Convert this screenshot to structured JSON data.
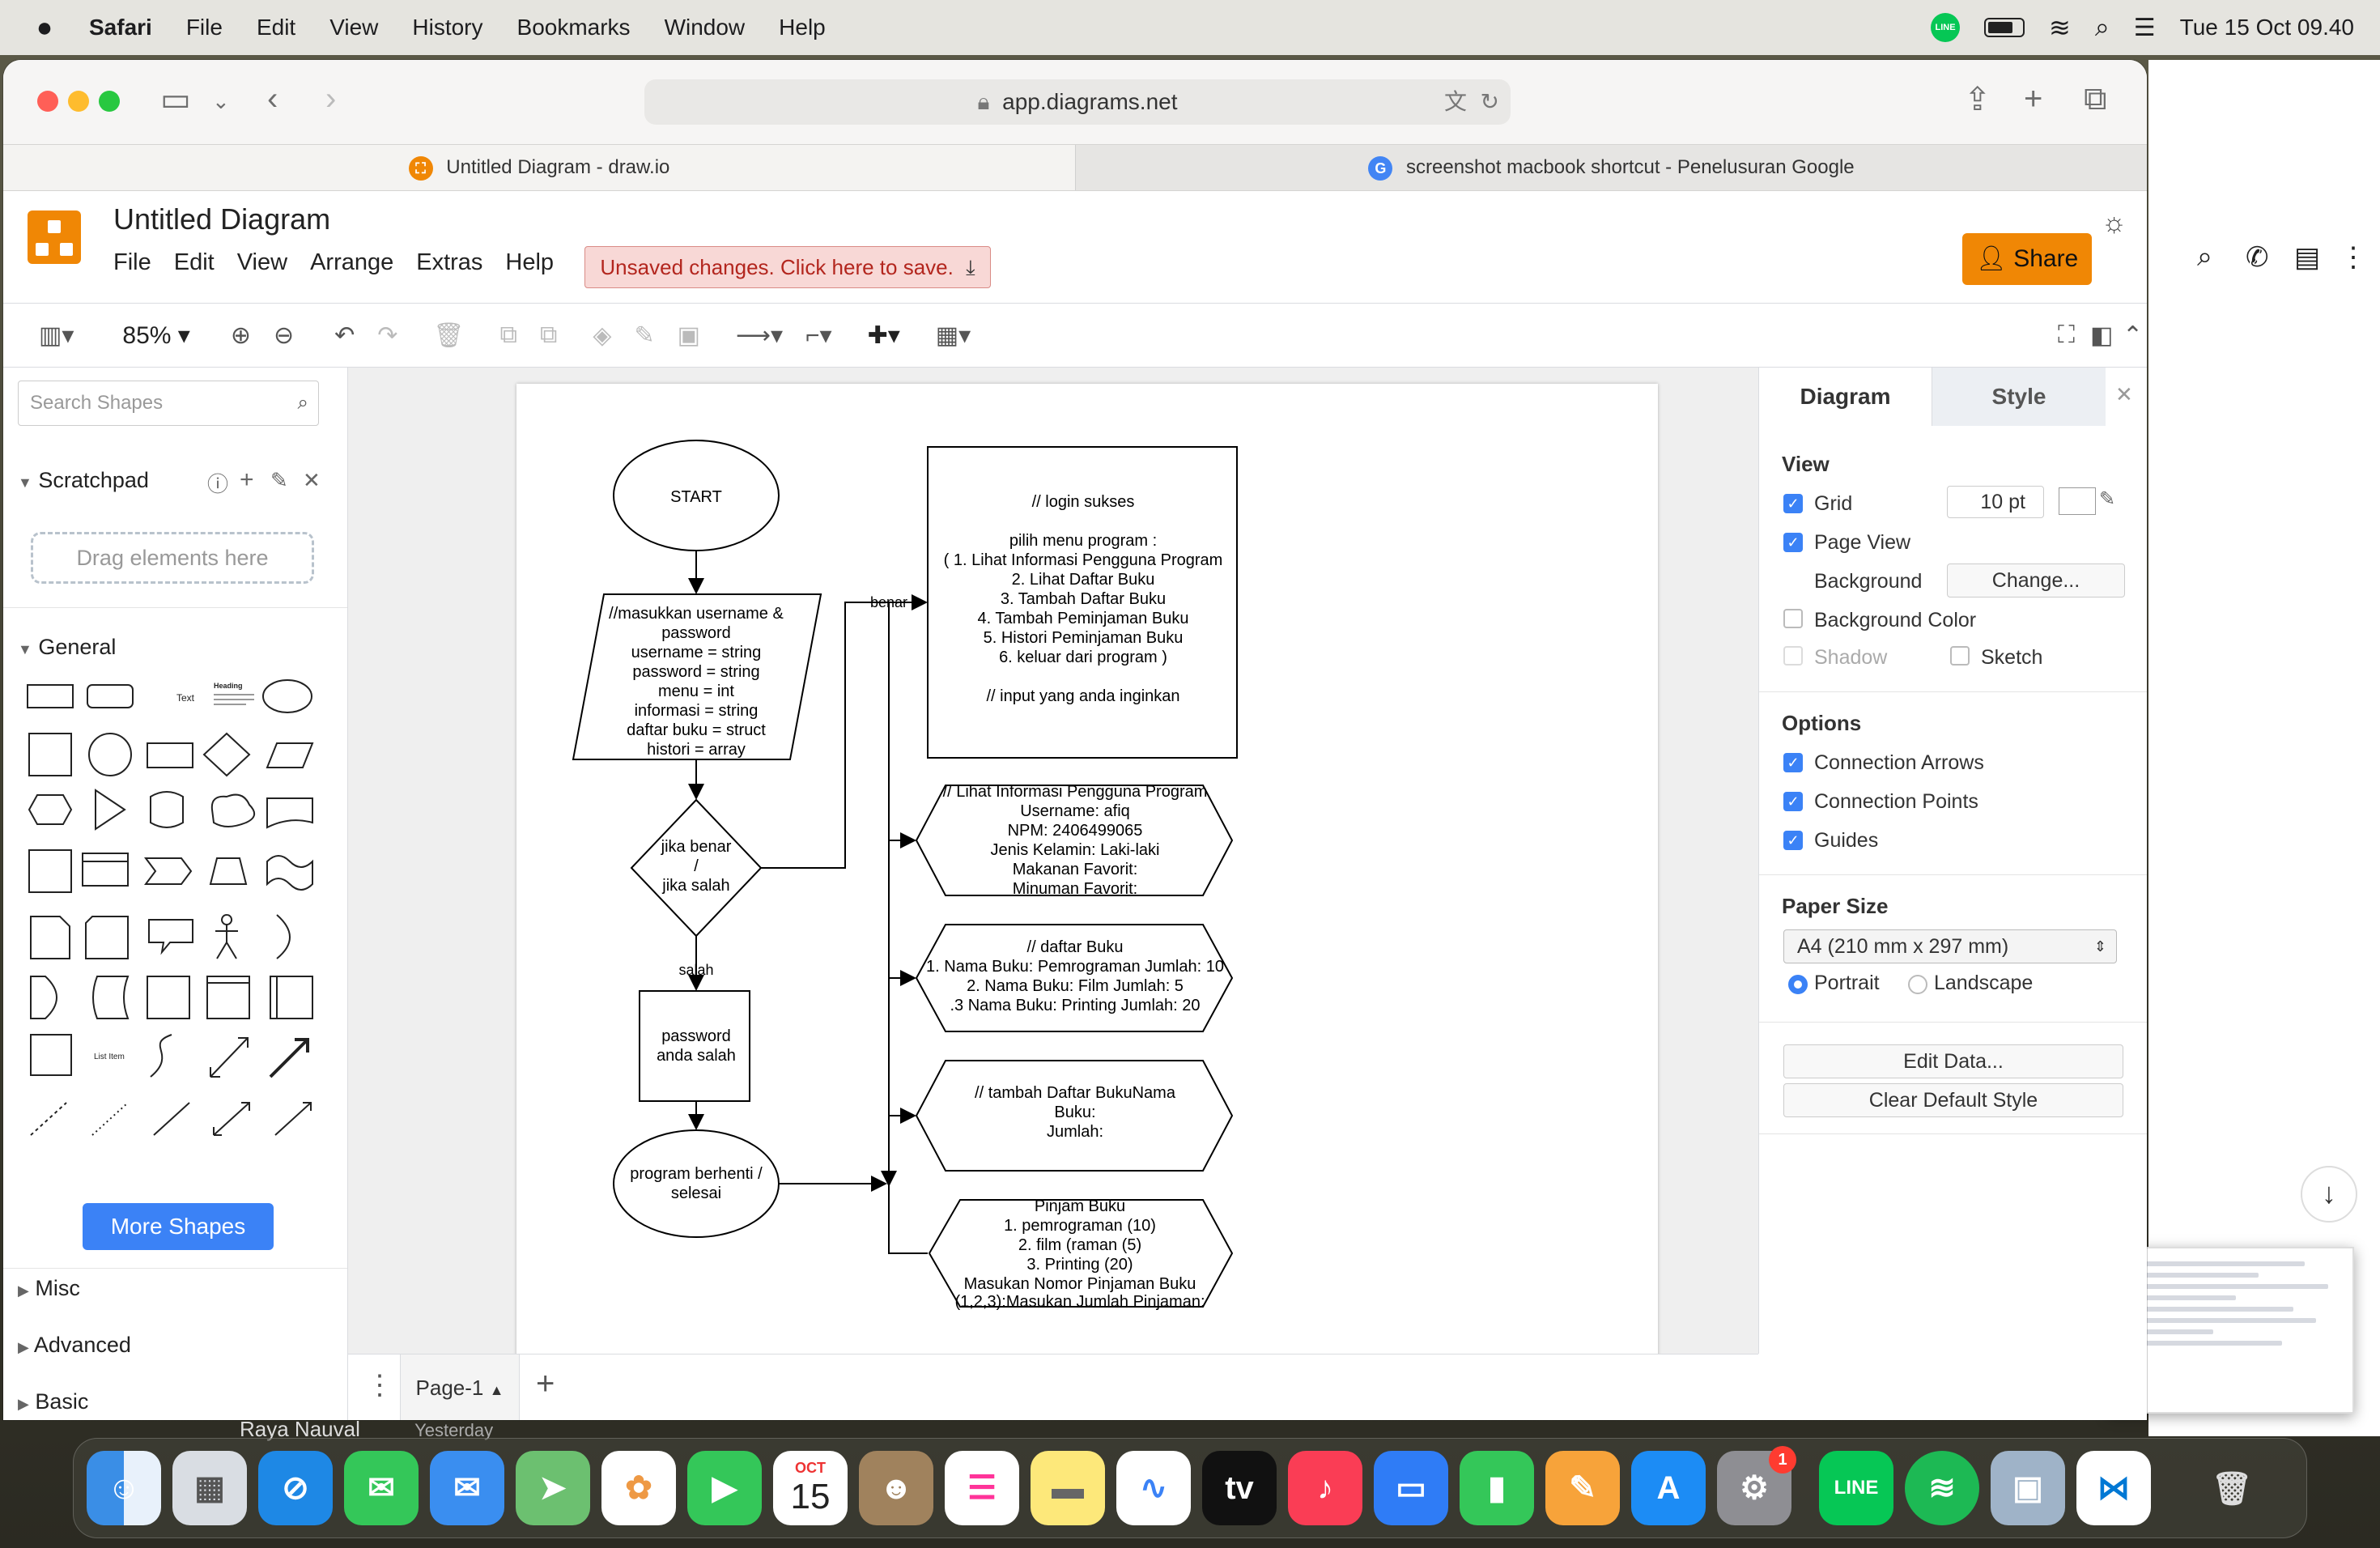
{
  "menubar": {
    "app": "Safari",
    "items": [
      "File",
      "Edit",
      "View",
      "History",
      "Bookmarks",
      "Window",
      "Help"
    ],
    "line_badge": "LINE",
    "datetime": "Tue 15 Oct  09.40"
  },
  "browser": {
    "url": "app.diagrams.net",
    "tabs": [
      {
        "title": "Untitled Diagram - draw.io",
        "active": true
      },
      {
        "title": "screenshot macbook shortcut - Penelusuran Google",
        "active": false
      }
    ]
  },
  "drawio": {
    "title": "Untitled Diagram",
    "menus": [
      "File",
      "Edit",
      "View",
      "Arrange",
      "Extras",
      "Help"
    ],
    "unsaved": "Unsaved changes. Click here to save.",
    "share": "Share",
    "zoom": "85%",
    "search_placeholder": "Search Shapes",
    "scratchpad": "Scratchpad",
    "drag_hint": "Drag elements here",
    "sections": {
      "general": "General",
      "misc": "Misc",
      "advanced": "Advanced",
      "basic": "Basic"
    },
    "more_shapes": "More Shapes",
    "page_tab": "Page-1",
    "shape_text": "Text",
    "shape_heading": "Heading",
    "shape_list_item": "List Item"
  },
  "format_panel": {
    "tabs": [
      "Diagram",
      "Style"
    ],
    "view_label": "View",
    "grid": {
      "label": "Grid",
      "checked": true,
      "size": "10 pt"
    },
    "page_view": {
      "label": "Page View",
      "checked": true
    },
    "background": {
      "label": "Background",
      "button": "Change..."
    },
    "background_color": {
      "label": "Background Color",
      "checked": false
    },
    "shadow": {
      "label": "Shadow",
      "checked": false
    },
    "sketch": {
      "label": "Sketch",
      "checked": false
    },
    "options_label": "Options",
    "connection_arrows": {
      "label": "Connection Arrows",
      "checked": true
    },
    "connection_points": {
      "label": "Connection Points",
      "checked": true
    },
    "guides": {
      "label": "Guides",
      "checked": true
    },
    "paper_size_label": "Paper Size",
    "paper_size": "A4 (210 mm x 297 mm)",
    "portrait": "Portrait",
    "landscape": "Landscape",
    "edit_data": "Edit Data...",
    "clear_style": "Clear Default Style"
  },
  "diagram": {
    "start": "START",
    "input": [
      "//masukkan username &",
      "password",
      "username = string",
      "password = string",
      "menu = int",
      "informasi = string",
      "daftar buku = struct",
      "histori = array"
    ],
    "decision": [
      "jika benar",
      "/",
      "jika salah"
    ],
    "benar": "benar",
    "salah": "salah",
    "wrong_pw": [
      "password",
      "anda salah"
    ],
    "stop": [
      "program berhenti /",
      "selesai"
    ],
    "menu_box": [
      "// login sukses",
      "",
      "pilih menu program :",
      "( 1. Lihat Informasi Pengguna Program",
      "2. Lihat Daftar Buku",
      "3. Tambah Daftar Buku",
      "4. Tambah Peminjaman Buku",
      "5. Histori Peminjaman Buku",
      "6. keluar dari program )",
      "",
      "// input yang anda inginkan"
    ],
    "info_box": [
      "// Lihat Informasi Pengguna Program",
      "Username: afiq",
      "NPM: 2406499065",
      "Jenis Kelamin: Laki-laki",
      "Makanan Favorit:",
      "Minuman Favorit:"
    ],
    "books_box": [
      "// daftar Buku",
      "1. Nama Buku: Pemrograman Jumlah: 10",
      "2. Nama Buku: Film Jumlah: 5",
      ".3 Nama Buku: Printing Jumlah: 20"
    ],
    "add_box": [
      "// tambah Daftar BukuNama",
      "Buku:",
      "Jumlah:"
    ],
    "loan_box": [
      "Pinjam Buku",
      "1. pemrograman (10)",
      "2. film (raman (5)",
      "3. Printing (20)",
      "Masukan Nomor Pinjaman Buku",
      "(1,2,3):Masukan Jumlah Pinjaman:"
    ]
  },
  "background": {
    "behind_text": "Raya Nauval",
    "behind_time": "Yesterday"
  },
  "dock": {
    "calendar_month": "OCT",
    "calendar_day": "15",
    "settings_badge": "1",
    "tv_label": "tv",
    "line_label": "LINE"
  }
}
